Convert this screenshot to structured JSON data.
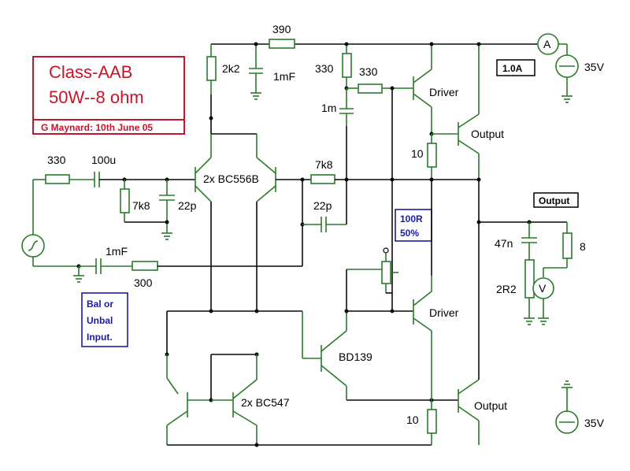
{
  "title": {
    "line1": "Class-AAB",
    "line2": "50W--8 ohm",
    "author": "G Maynard: 10th June 05"
  },
  "labels": {
    "r_top": "390",
    "r_2k2": "2k2",
    "c_1mF_top": "1mF",
    "r_330a": "330",
    "r_330b": "330",
    "c_1m": "1m",
    "ammeter_reading": "1.0A",
    "supply_top": "35V",
    "supply_bottom": "35V",
    "driver_top": "Driver",
    "driver_bottom": "Driver",
    "output_top": "Output",
    "output_bottom": "Output",
    "output_node": "Output",
    "r_10_top": "10",
    "r_10_bottom": "10",
    "r_in_330": "330",
    "c_100u": "100u",
    "r_7k8_in": "7k8",
    "c_22p_in": "22p",
    "diff_pair": "2x BC556B",
    "r_7k8_fb": "7k8",
    "c_22p_comp": "22p",
    "pot_value": "100R",
    "pot_setting": "50%",
    "c_47n": "47n",
    "r_load": "8",
    "r_2R2": "2R2",
    "c_1mF_fb": "1mF",
    "r_300": "300",
    "input_note_1": "Bal or",
    "input_note_2": "Unbal",
    "input_note_3": "Input.",
    "vas": "BD139",
    "mirror": "2x BC547"
  }
}
